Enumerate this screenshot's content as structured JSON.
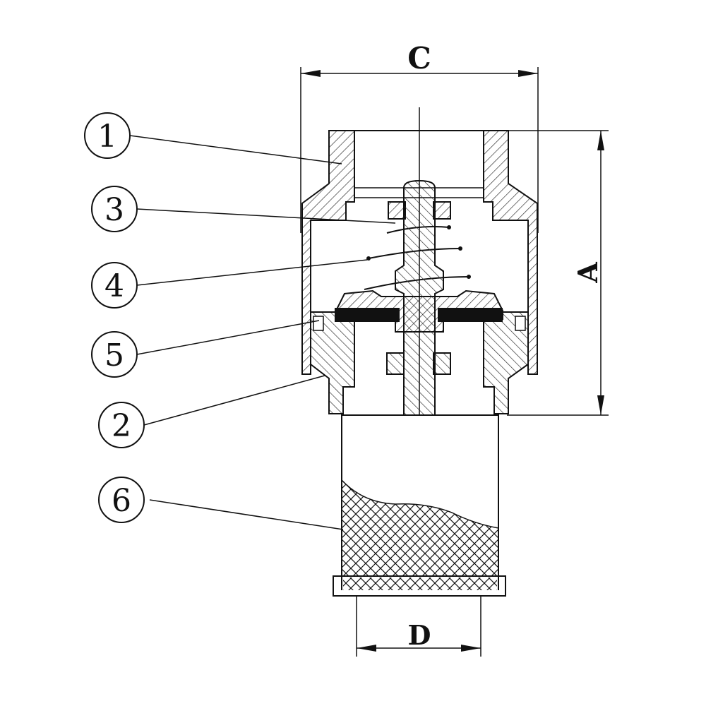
{
  "diagram": {
    "dimensions": {
      "C": "C",
      "A": "A",
      "D": "D"
    },
    "callouts": [
      {
        "id": "callout-1",
        "label": "1"
      },
      {
        "id": "callout-3",
        "label": "3"
      },
      {
        "id": "callout-4",
        "label": "4"
      },
      {
        "id": "callout-5",
        "label": "5"
      },
      {
        "id": "callout-2",
        "label": "2"
      },
      {
        "id": "callout-6",
        "label": "6"
      }
    ],
    "colors": {
      "line": "#111111",
      "hatch": "#333333",
      "seal": "#111111",
      "background": "#ffffff"
    }
  }
}
